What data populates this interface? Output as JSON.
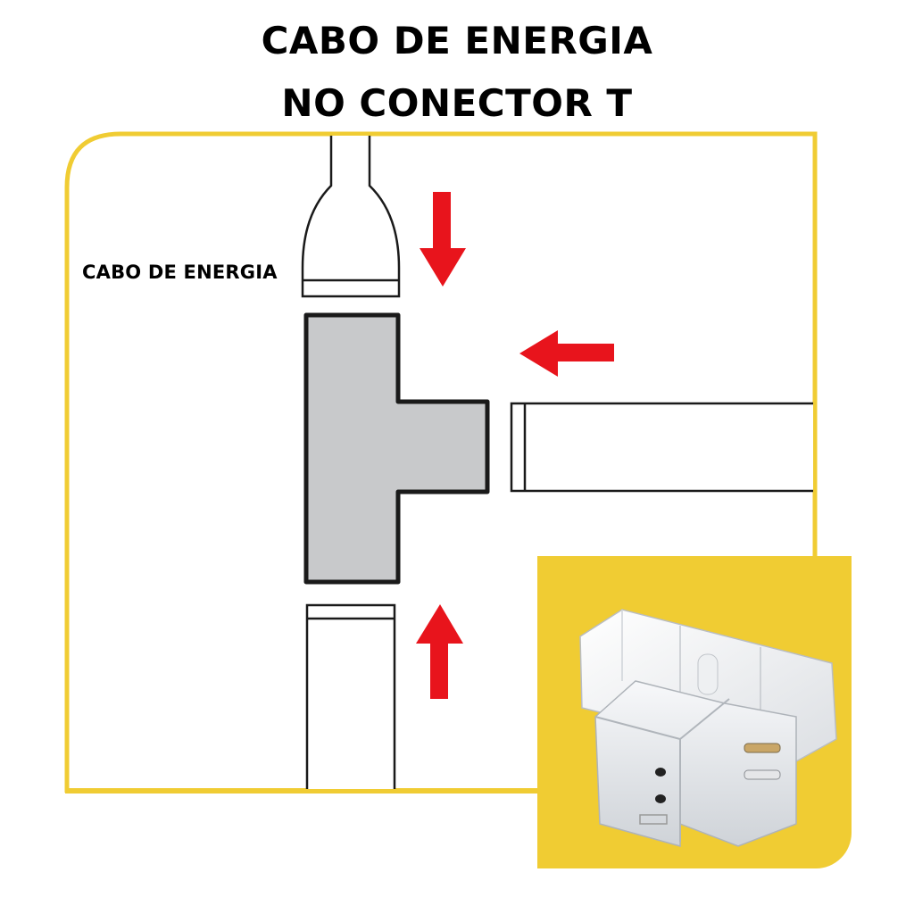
{
  "title": {
    "line1": "CABO DE ENERGIA",
    "line2": "NO CONECTOR T"
  },
  "diagram": {
    "power_cable_label": "CABO DE ENERGIA",
    "colors": {
      "frame": "#f0cc33",
      "arrow": "#e8141c",
      "connector_fill": "#c8c9cb",
      "outline": "#1a1a1a"
    },
    "arrows": [
      {
        "name": "down-arrow",
        "direction": "down"
      },
      {
        "name": "left-arrow",
        "direction": "left"
      },
      {
        "name": "up-arrow",
        "direction": "up"
      }
    ]
  },
  "photo": {
    "subject": "transparent-t-connector"
  }
}
